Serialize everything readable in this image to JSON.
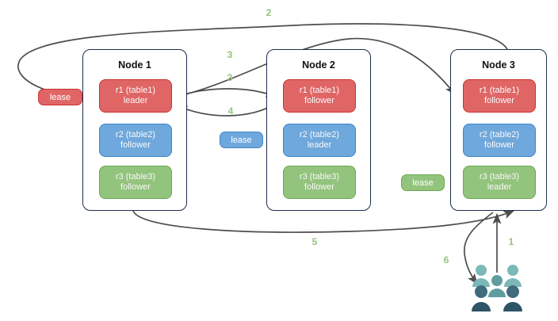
{
  "diagram": {
    "title": "Distributed range lease / leaseholder routing diagram",
    "colors": {
      "replica_red_fill": "#e06666",
      "replica_red_border": "#cc2f2f",
      "replica_blue_fill": "#6fa8dc",
      "replica_blue_border": "#3d85c8",
      "replica_green_fill": "#93c47d",
      "replica_green_border": "#6aa84f",
      "node_border": "#1f2d4d",
      "edge_stroke": "#4d4d4d",
      "label_green": "#93c47d",
      "people_light": "#7cb8b8",
      "people_mid": "#5f9ea0",
      "people_dark": "#3f6b7d",
      "people_darkest": "#2e5465",
      "background": "#ffffff"
    },
    "nodes": [
      {
        "id": "node1",
        "title": "Node 1",
        "replicas": [
          {
            "id": "n1r1",
            "line1": "r1 (table1)",
            "line2": "leader",
            "color": "red"
          },
          {
            "id": "n1r2",
            "line1": "r2 (table2)",
            "line2": "follower",
            "color": "blue"
          },
          {
            "id": "n1r3",
            "line1": "r3 (table3)",
            "line2": "follower",
            "color": "green"
          }
        ]
      },
      {
        "id": "node2",
        "title": "Node 2",
        "replicas": [
          {
            "id": "n2r1",
            "line1": "r1 (table1)",
            "line2": "follower",
            "color": "red"
          },
          {
            "id": "n2r2",
            "line1": "r2 (table2)",
            "line2": "leader",
            "color": "blue"
          },
          {
            "id": "n2r3",
            "line1": "r3 (table3)",
            "line2": "follower",
            "color": "green"
          }
        ]
      },
      {
        "id": "node3",
        "title": "Node 3",
        "replicas": [
          {
            "id": "n3r1",
            "line1": "r1 (table1)",
            "line2": "follower",
            "color": "red"
          },
          {
            "id": "n3r2",
            "line1": "r2 (table2)",
            "line2": "follower",
            "color": "blue"
          },
          {
            "id": "n3r3",
            "line1": "r3 (table3)",
            "line2": "leader",
            "color": "green"
          }
        ]
      }
    ],
    "leases": [
      {
        "id": "lease-red",
        "label": "lease",
        "color": "red"
      },
      {
        "id": "lease-blue",
        "label": "lease",
        "color": "blue"
      },
      {
        "id": "lease-green",
        "label": "lease",
        "color": "green"
      }
    ],
    "edge_labels": [
      {
        "id": "label-2",
        "text": "2"
      },
      {
        "id": "label-3a",
        "text": "3"
      },
      {
        "id": "label-3b",
        "text": "3"
      },
      {
        "id": "label-4",
        "text": "4"
      },
      {
        "id": "label-5",
        "text": "5"
      },
      {
        "id": "label-1",
        "text": "1"
      },
      {
        "id": "label-6",
        "text": "6"
      }
    ],
    "people": {
      "icon_name": "people-group-icon",
      "figure_count": 5
    }
  }
}
